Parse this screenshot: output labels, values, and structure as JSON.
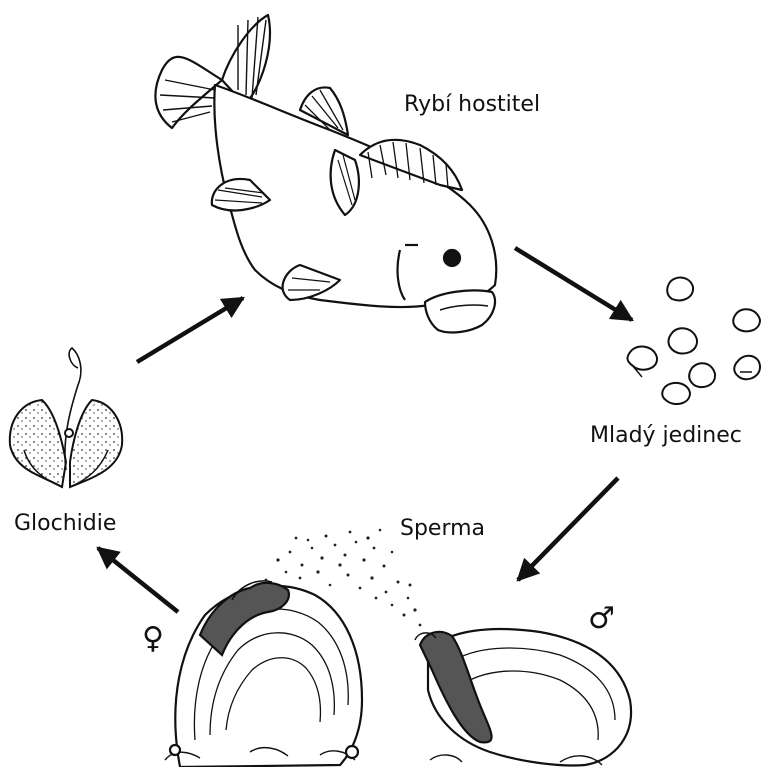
{
  "labels": {
    "fish_host": "Rybí hostitel",
    "juvenile": "Mladý jedinec",
    "sperm": "Sperma",
    "glochidia": "Glochidie",
    "female_symbol": "♀",
    "male_symbol": "♂"
  },
  "stages": [
    "fish-host",
    "juvenile",
    "sperm",
    "glochidia"
  ],
  "colors": {
    "ink": "#111111",
    "background": "#ffffff"
  }
}
